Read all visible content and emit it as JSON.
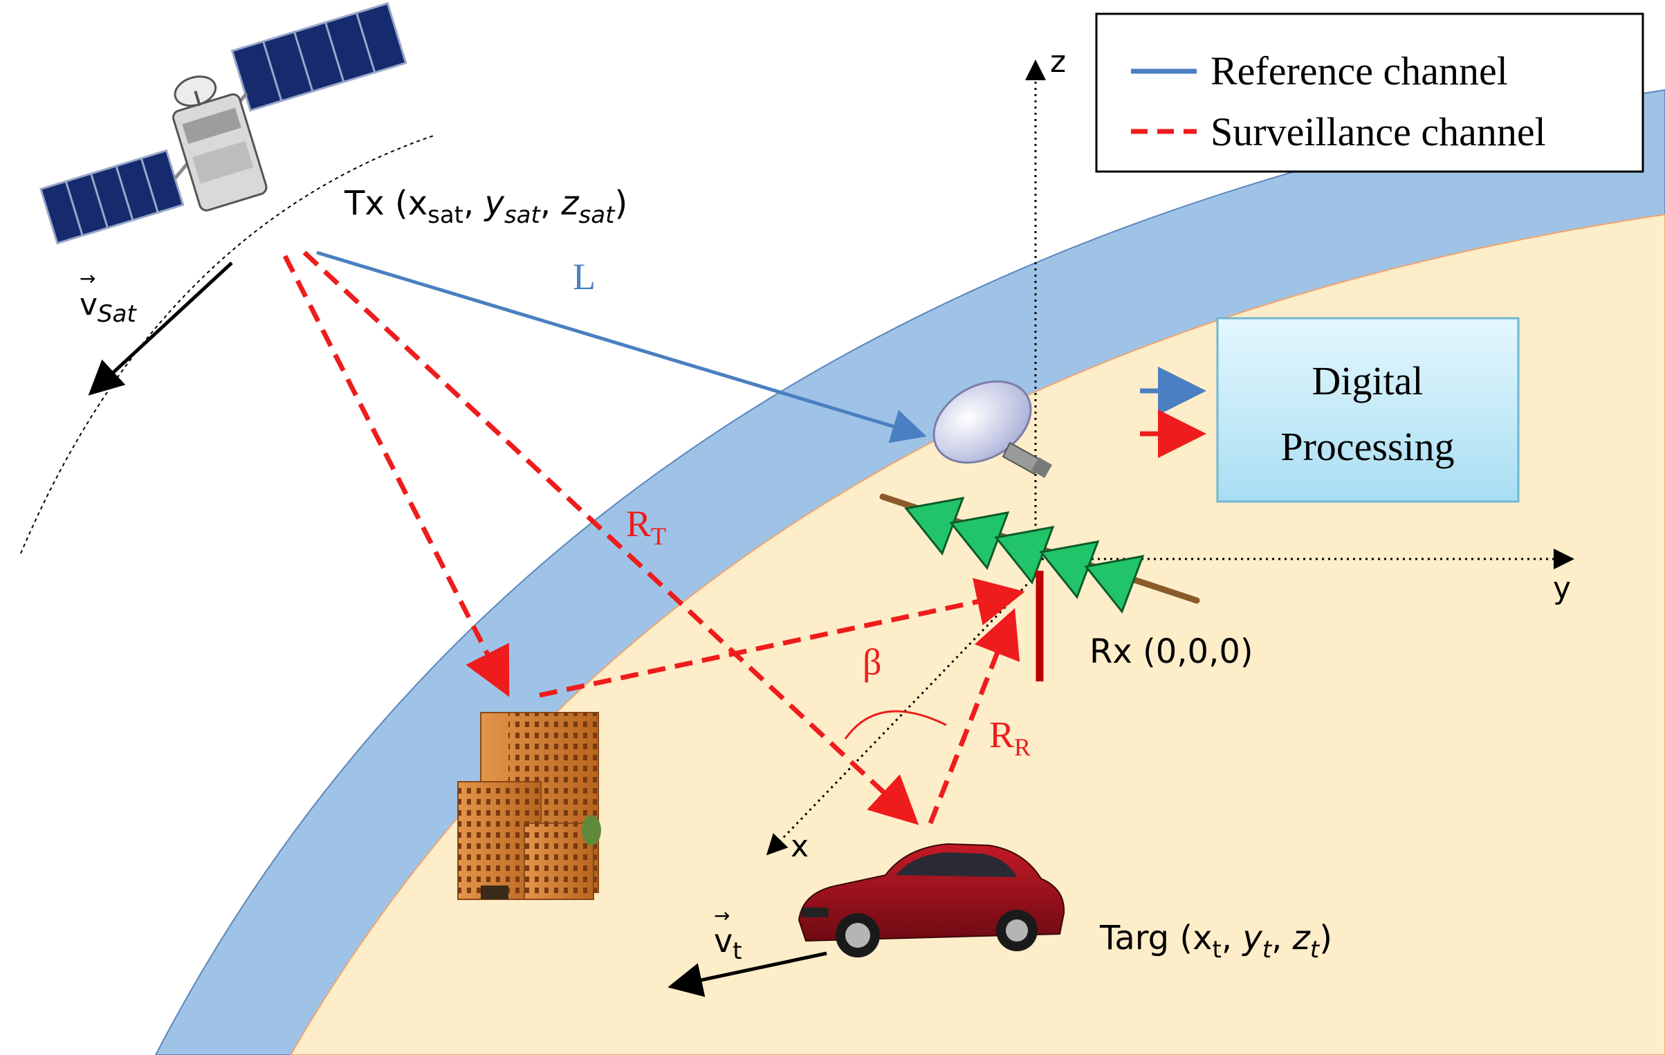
{
  "legend": {
    "reference_label": "Reference channel",
    "surveillance_label": "Surveillance channel",
    "reference_color": "#4a7fc1",
    "surveillance_color": "#ee1c1c"
  },
  "transmitter": {
    "prefix": "Tx (",
    "x_main": "x",
    "x_sub": "sat",
    "y_main": "y",
    "y_sub": "sat",
    "z_main": "z",
    "z_sub": "sat",
    "suffix": ")",
    "velocity_main": "v",
    "velocity_sub": "Sat"
  },
  "receiver": {
    "label": "Rx (0,0,0)"
  },
  "target": {
    "prefix": "Targ (",
    "x_main": "x",
    "x_sub": "t",
    "y_main": "y",
    "y_sub": "t",
    "z_main": "z",
    "z_sub": "t",
    "suffix": ")",
    "velocity_main": "v",
    "velocity_sub": "t"
  },
  "signals": {
    "direct_path": "L",
    "tx_range_main": "R",
    "tx_range_sub": "T",
    "rx_range_main": "R",
    "rx_range_sub": "R",
    "bistatic_angle": "β"
  },
  "axes": {
    "x": "x",
    "y": "y",
    "z": "z"
  },
  "processing": {
    "line1": "Digital",
    "line2": "Processing"
  },
  "icons": [
    "satellite-icon",
    "building-icon",
    "car-icon",
    "antenna-icon",
    "antenna-array-icon"
  ],
  "colors": {
    "earth_surface": "#fdedc9",
    "atmosphere": "#9fc3e6",
    "processing_box": "#c6ecf8"
  }
}
